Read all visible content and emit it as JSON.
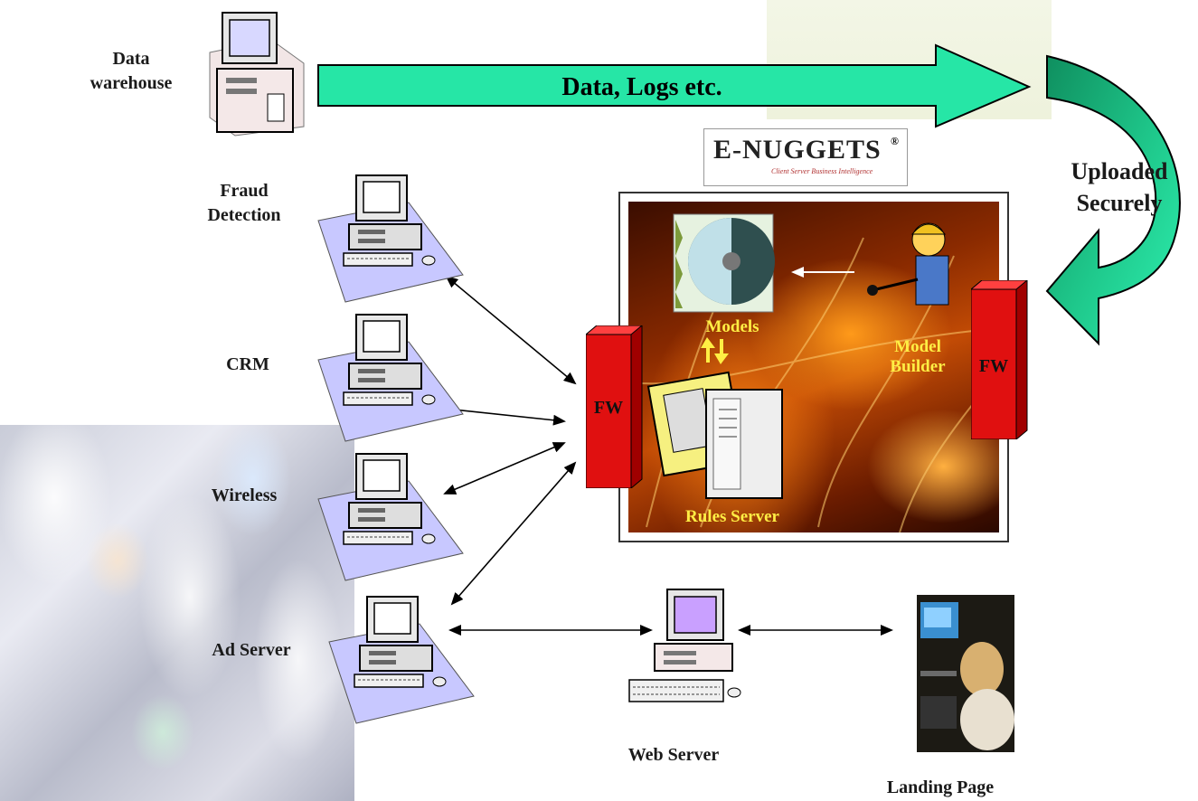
{
  "diagram": {
    "top_arrow_label": "Data, Logs etc.",
    "upload_label_line1": "Uploaded",
    "upload_label_line2": "Securely",
    "logo": {
      "brand": "E-NUGGETS",
      "registered": "®",
      "tagline": "Client Server Business Intelligence"
    },
    "nodes": {
      "data_warehouse_line1": "Data",
      "data_warehouse_line2": "warehouse",
      "fraud_line1": "Fraud",
      "fraud_line2": "Detection",
      "crm": "CRM",
      "wireless": "Wireless",
      "ad_server": "Ad Server",
      "web_server": "Web Server",
      "landing_page": "Landing Page"
    },
    "engine": {
      "models": "Models",
      "model_builder_line1": "Model",
      "model_builder_line2": "Builder",
      "rules_server": "Rules Server",
      "fw_left": "FW",
      "fw_right": "FW"
    }
  },
  "colors": {
    "arrow_green": "#26e6a6",
    "arrow_green_dark": "#0f8f5f",
    "firewall_red": "#e01010",
    "label_yellow": "#ffee44",
    "engine_orange": "#c24b05"
  }
}
